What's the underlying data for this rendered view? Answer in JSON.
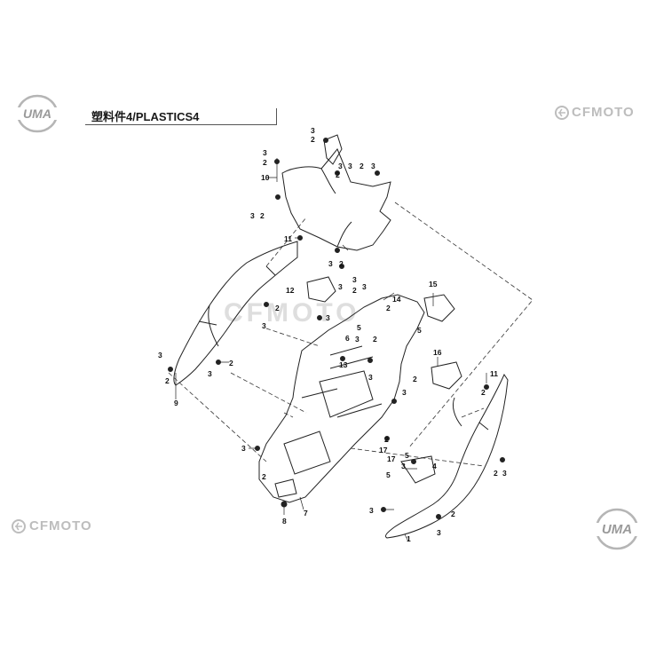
{
  "header": {
    "title": "塑料件4/PLASTICS4"
  },
  "brand": {
    "logo_name": "UMA",
    "brand_name": "CFMOTO",
    "watermark": "CFMOTO"
  },
  "colors": {
    "line": "#222222",
    "logo": "#9a9a9a"
  },
  "icons": {
    "uma_badge": "uma-logo-icon",
    "cfmoto_mark": "cfmoto-logo-icon"
  },
  "callouts": {
    "c1": "1",
    "c2": "2",
    "c3": "3",
    "c4": "4",
    "c5": "5",
    "c6": "6",
    "c7": "7",
    "c8": "8",
    "c9": "9",
    "c10": "10",
    "c11": "11",
    "c12": "12",
    "c13": "13",
    "c14": "14",
    "c15": "15",
    "c16": "16",
    "c17": "17"
  }
}
